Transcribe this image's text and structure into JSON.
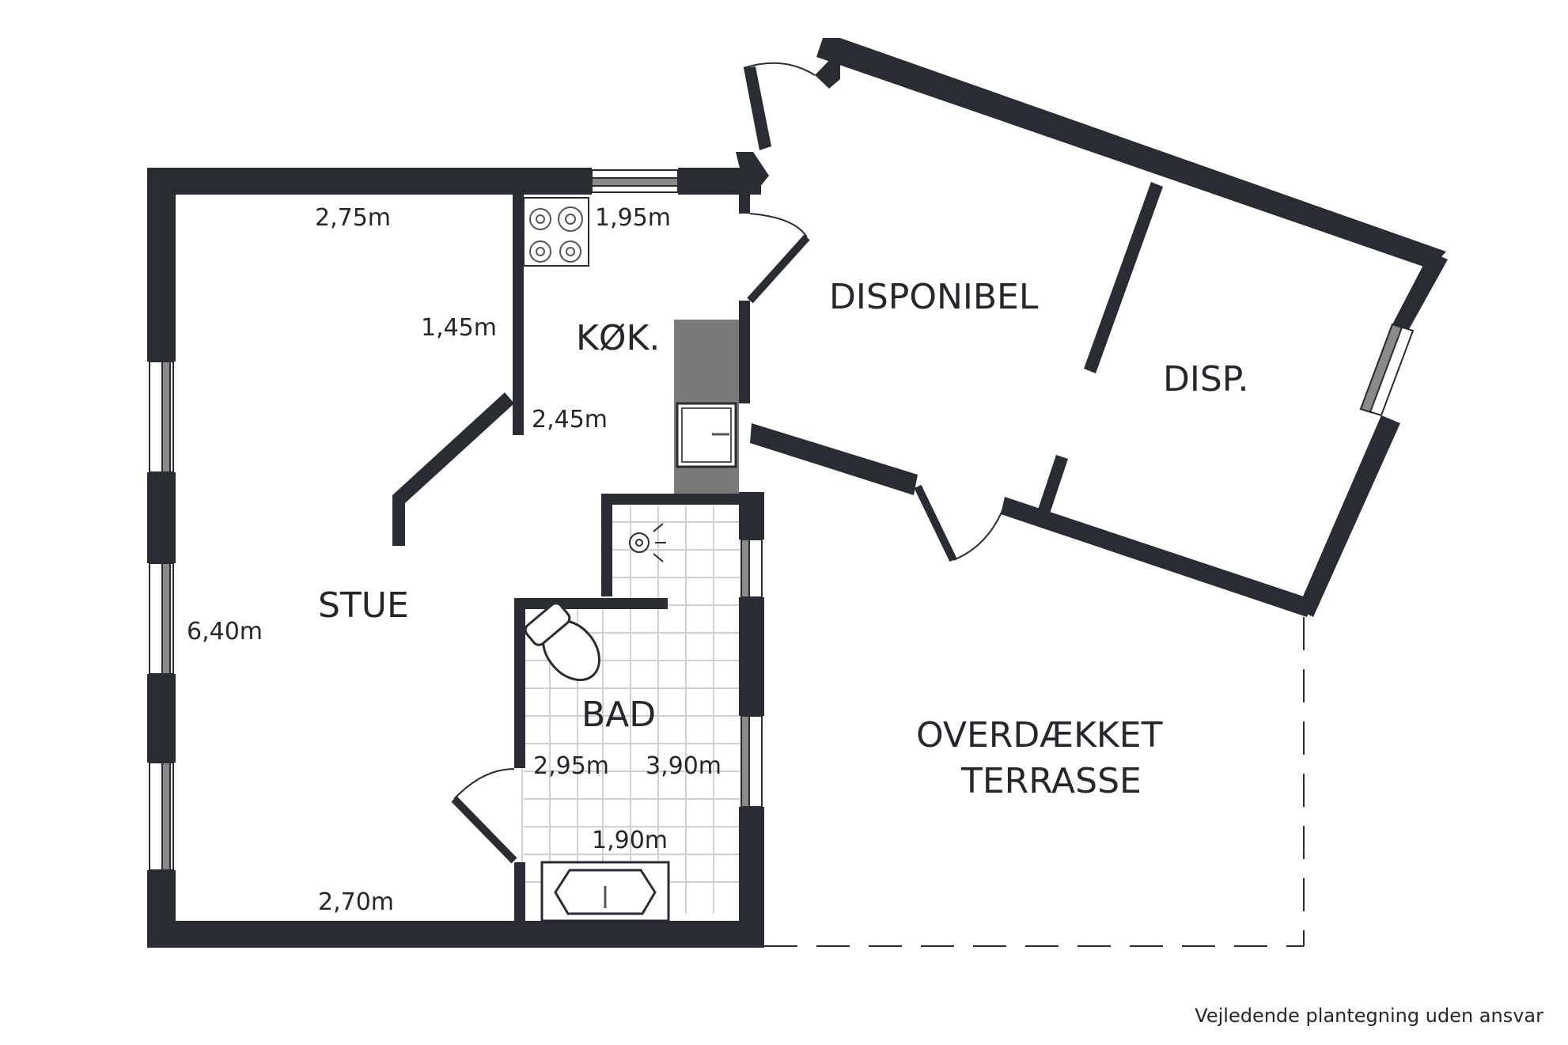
{
  "colors": {
    "wall": "#2a2c33",
    "window": "#8a8a8a",
    "counter": "#7a7a7a",
    "tile_line": "#cfcfcf",
    "fixture": "#555555"
  },
  "rooms": {
    "stue": "STUE",
    "kok": "KØK.",
    "bad": "BAD",
    "disponibel": "DISPONIBEL",
    "disp": "DISP.",
    "terrasse_line1": "OVERDÆKKET",
    "terrasse_line2": "TERRASSE"
  },
  "dimensions": {
    "stue_top": "2,75m",
    "stue_side": "6,40m",
    "stue_bottom": "2,70m",
    "stue_inner": "1,45m",
    "kok_top": "1,95m",
    "kok_side": "2,45m",
    "bad_left": "2,95m",
    "bad_right": "3,90m",
    "bad_bottom": "1,90m"
  },
  "disclaimer": "Vejledende plantegning uden ansvar"
}
